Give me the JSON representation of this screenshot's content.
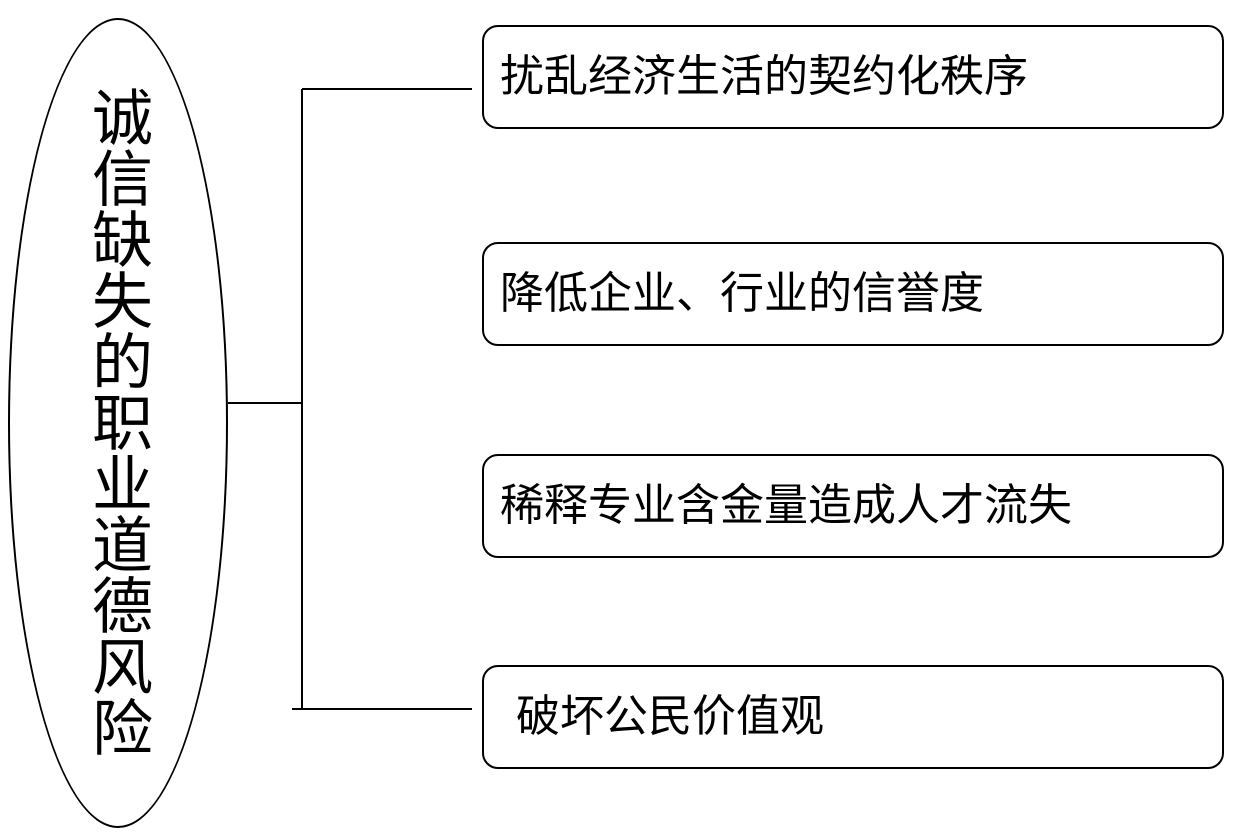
{
  "diagram": {
    "root": {
      "label": "诚信缺失的职业道德风险"
    },
    "branches": [
      {
        "label": "扰乱经济生活的契约化秩序"
      },
      {
        "label": "降低企业、行业的信誉度"
      },
      {
        "label": "稀释专业含金量造成人才流失"
      },
      {
        "label": "破坏公民价值观"
      }
    ]
  }
}
